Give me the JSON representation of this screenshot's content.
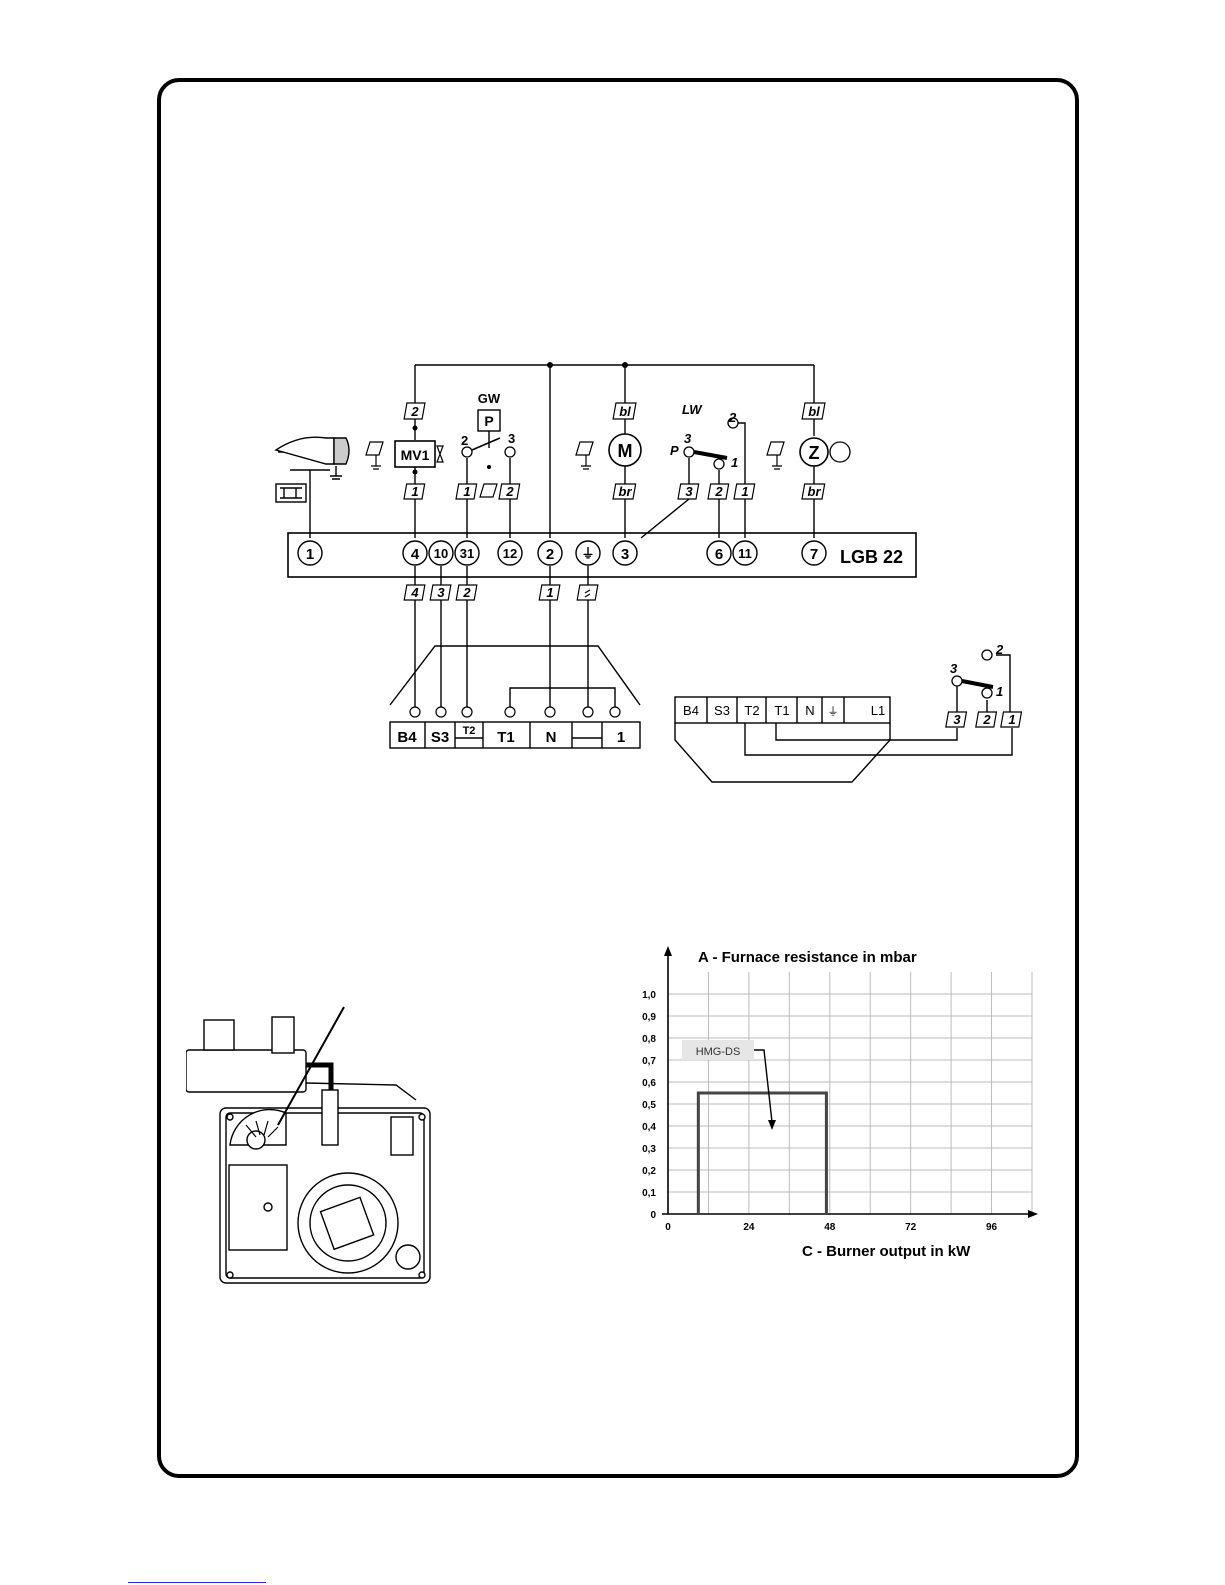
{
  "wiring": {
    "controller": "LGB 22",
    "terminals": [
      "1",
      "4",
      "10",
      "31",
      "12",
      "2",
      "⏚",
      "3",
      "6",
      "11",
      "7"
    ],
    "wire_tags_top": {
      "mv1_top": "2",
      "mv1_bottom": "1",
      "gw_left": "1",
      "gw_right": "2",
      "motor_top": "bl",
      "motor_bottom": "br",
      "lw_3": "3",
      "lw_2": "2",
      "lw_1": "1",
      "z_top": "bl",
      "z_bottom": "br"
    },
    "wire_tags_bottom": [
      "4",
      "3",
      "2",
      "1"
    ],
    "components": {
      "gw": "GW",
      "p": "P",
      "mv1": "MV1",
      "motor": "M",
      "lw": "LW",
      "z": "Z"
    },
    "switch_numbers": {
      "gw_2": "2",
      "gw_3": "3",
      "lw_p": "P",
      "lw_3": "3",
      "lw_2": "2",
      "lw_1": "1"
    },
    "plug_left": [
      "B4",
      "S3",
      "T2",
      "T1",
      "N",
      "1"
    ],
    "plug_right": [
      "B4",
      "S3",
      "T2",
      "T1",
      "N",
      "⏚",
      "L1"
    ],
    "right_switch": {
      "n3": "3",
      "n2": "2",
      "n1": "1",
      "tag3": "3",
      "tag2": "2",
      "tag1": "1"
    }
  },
  "chart_data": {
    "type": "line",
    "title": "A - Furnace resistance in mbar",
    "xlabel": "C - Burner output in kW",
    "ylabel": "",
    "x_ticks": [
      0,
      24,
      48,
      72,
      96
    ],
    "y_ticks": [
      "0",
      "0,1",
      "0,2",
      "0,3",
      "0,4",
      "0,5",
      "0,6",
      "0,7",
      "0,8",
      "0,9",
      "1,0"
    ],
    "xlim": [
      0,
      108
    ],
    "ylim": [
      0,
      1.1
    ],
    "grid": true,
    "series": [
      {
        "name": "HMG-DS",
        "x": [
          9,
          9,
          47,
          47
        ],
        "y": [
          0,
          0.55,
          0.55,
          0
        ]
      }
    ],
    "annotation": "HMG-DS"
  }
}
